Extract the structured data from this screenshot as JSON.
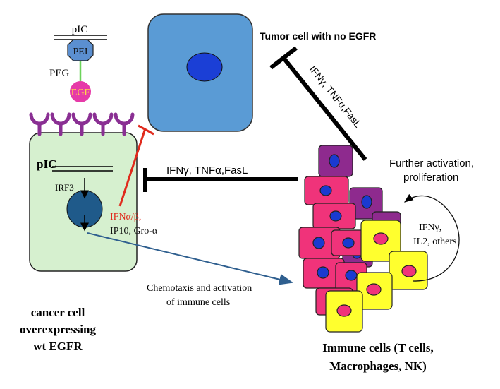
{
  "labels": {
    "pic_top": "pIC",
    "pei": "PEI",
    "peg": "PEG",
    "egf": "EGF",
    "tumor_no_egfr": "Tumor cell with no EGFR",
    "ifn_tnf_fasl_diag": "IFNγ, TNFα,FasL",
    "ifn_tnf_fasl_horiz": "IFNγ, TNFα,FasL",
    "further_activation_1": "Further activation,",
    "further_activation_2": "proliferation",
    "pic_cell": "pIC",
    "irf3": "IRF3",
    "ifn_ab": "IFNα/β,",
    "ip10_gro": "IP10, Gro-α",
    "ifng_1": "IFNγ,",
    "ifng_2": "IL2, others",
    "chemotaxis_1": "Chemotaxis and activation",
    "chemotaxis_2": "of immune cells",
    "cancer_1": "cancer cell",
    "cancer_2": "overexpressing",
    "cancer_3": "wt EGFR",
    "immune_1": "Immune cells (T cells,",
    "immune_2": "Macrophages, NK)"
  },
  "colors": {
    "cancer_cell_fill": "#d6f0cf",
    "tumor_cell_fill": "#5a9bd5",
    "tumor_nucleus": "#1b3fd6",
    "nucleus_dark": "#1f5a8a",
    "pei_fill": "#5b8fd0",
    "egf_fill": "#e63aa8",
    "egf_text": "#ffd84a",
    "peg_line": "#6cd35a",
    "receptor": "#8a2f93",
    "red_inhibit": "#e02a1c",
    "blue_arrow": "#2f5f8f",
    "pink_cell": "#f0337a",
    "purple_cell": "#8e2a8e",
    "yellow_cell": "#ffff2e",
    "immune_nucleus": "#1a3ad0"
  }
}
